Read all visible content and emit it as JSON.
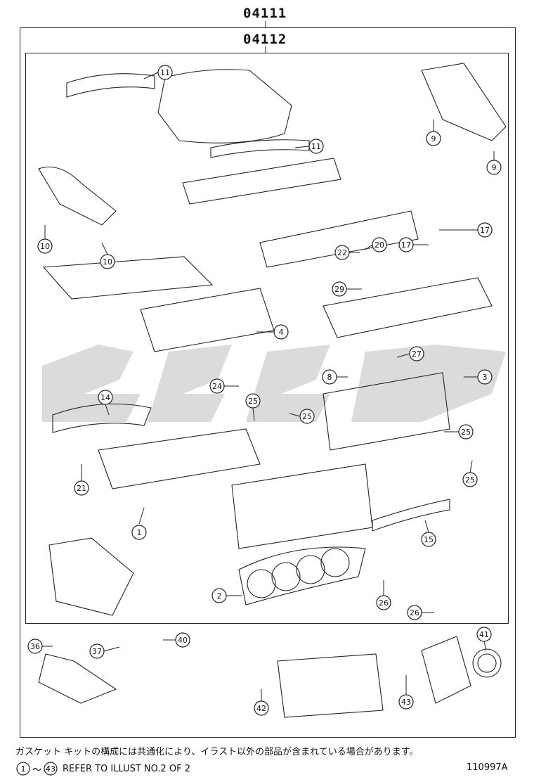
{
  "kit_numbers": {
    "outer": "04111",
    "inner": "04112"
  },
  "callouts": [
    {
      "id": "c1",
      "label": "1"
    },
    {
      "id": "c2",
      "label": "2"
    },
    {
      "id": "c3",
      "label": "3"
    },
    {
      "id": "c4",
      "label": "4"
    },
    {
      "id": "c8",
      "label": "8"
    },
    {
      "id": "c9a",
      "label": "9"
    },
    {
      "id": "c9b",
      "label": "9"
    },
    {
      "id": "c10a",
      "label": "10"
    },
    {
      "id": "c10b",
      "label": "10"
    },
    {
      "id": "c11a",
      "label": "11"
    },
    {
      "id": "c11b",
      "label": "11"
    },
    {
      "id": "c14",
      "label": "14"
    },
    {
      "id": "c15",
      "label": "15"
    },
    {
      "id": "c17a",
      "label": "17"
    },
    {
      "id": "c17b",
      "label": "17"
    },
    {
      "id": "c20",
      "label": "20"
    },
    {
      "id": "c21",
      "label": "21"
    },
    {
      "id": "c22",
      "label": "22"
    },
    {
      "id": "c24",
      "label": "24"
    },
    {
      "id": "c25a",
      "label": "25"
    },
    {
      "id": "c25b",
      "label": "25"
    },
    {
      "id": "c25c",
      "label": "25"
    },
    {
      "id": "c25d",
      "label": "25"
    },
    {
      "id": "c26a",
      "label": "26"
    },
    {
      "id": "c26b",
      "label": "26"
    },
    {
      "id": "c27",
      "label": "27"
    },
    {
      "id": "c29",
      "label": "29"
    },
    {
      "id": "c36",
      "label": "36"
    },
    {
      "id": "c37",
      "label": "37"
    },
    {
      "id": "c40",
      "label": "40"
    },
    {
      "id": "c41",
      "label": "41"
    },
    {
      "id": "c42",
      "label": "42"
    },
    {
      "id": "c43",
      "label": "43"
    }
  ],
  "footer": {
    "note_jp": "ガスケット キットの構成には共通化により、イラスト以外の部品が含まれている場合があります。",
    "range_start": "1",
    "range_sep": "～",
    "range_end": "43",
    "refer_text": "REFER TO ILLUST NO.2 OF 2",
    "illust_code": "110997A"
  }
}
